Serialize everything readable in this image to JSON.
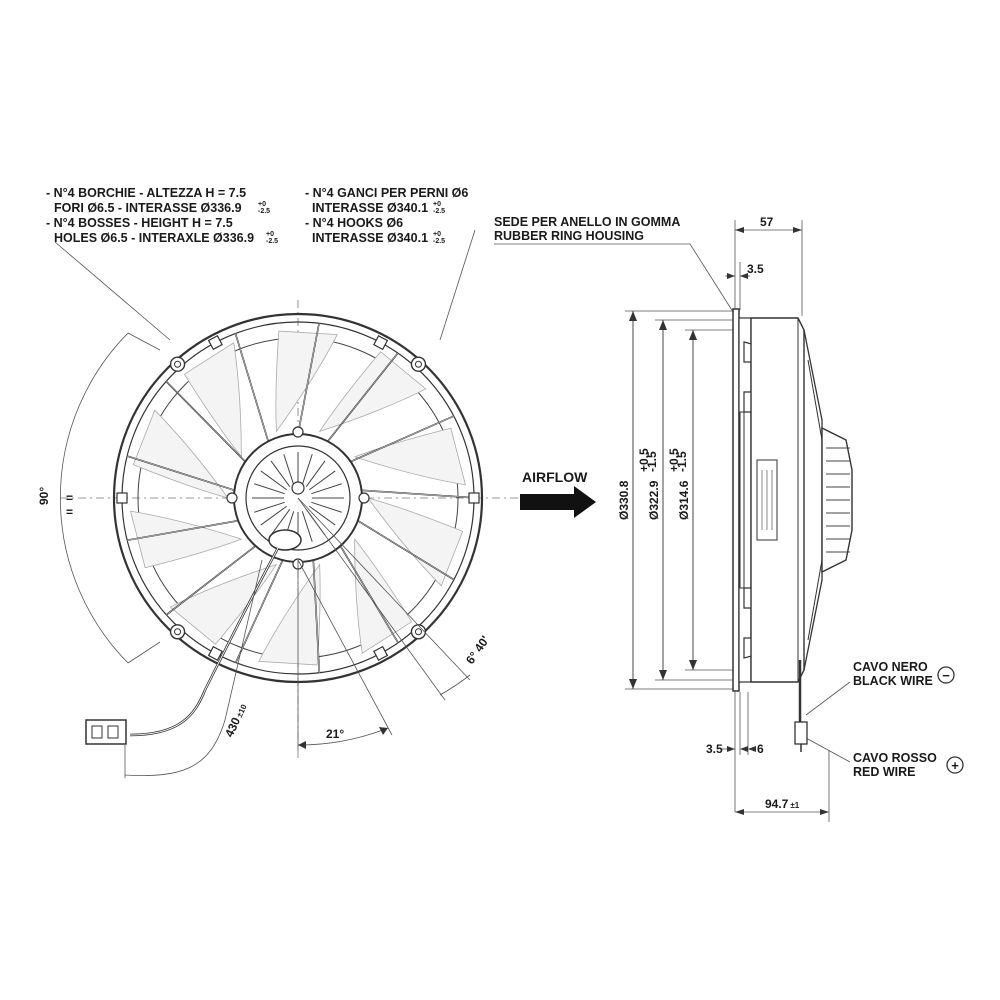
{
  "notes": {
    "bosses_it_1": "- N°4 BORCHIE - ALTEZZA H = 7.5",
    "bosses_it_2": "FORI Ø6.5 - INTERASSE Ø336.9",
    "bosses_it_2_tol_upper": "+0",
    "bosses_it_2_tol_lower": "-2.5",
    "bosses_en_1": "- N°4 BOSSES - HEIGHT H = 7.5",
    "bosses_en_2": "HOLES Ø6.5 - INTERAXLE Ø336.9",
    "bosses_en_2_tol_upper": "+0",
    "bosses_en_2_tol_lower": "-2.5",
    "hooks_it_1": "- N°4 GANCI PER PERNI Ø6",
    "hooks_it_2": "INTERASSE Ø340.1",
    "hooks_it_2_tol_upper": "+0",
    "hooks_it_2_tol_lower": "-2.5",
    "hooks_en_1": "- N°4 HOOKS Ø6",
    "hooks_en_2": "INTERASSE Ø340.1",
    "hooks_en_2_tol_upper": "+0",
    "hooks_en_2_tol_lower": "-2.5",
    "rubber_it": "SEDE PER ANELLO IN GOMMA",
    "rubber_en": "RUBBER RING HOUSING",
    "airflow": "AIRFLOW",
    "black_wire_it": "CAVO NERO",
    "black_wire_en": "BLACK WIRE",
    "black_sign": "−",
    "red_wire_it": "CAVO ROSSO",
    "red_wire_en": "RED WIRE",
    "red_sign": "+"
  },
  "dimensions": {
    "angle_90": "90°",
    "angle_21": "21°",
    "angle_6_40": "6° 40'",
    "cable_length": "430",
    "cable_length_tol": "±10",
    "depth_57": "57",
    "offset_3_5_top": "3.5",
    "dia_330_8": "Ø330.8",
    "dia_322_9": "Ø322.9",
    "dia_322_9_tol_upper": "+0.5",
    "dia_322_9_tol_lower": "-1.5",
    "dia_314_6": "Ø314.6",
    "dia_314_6_tol_upper": "+0.5",
    "dia_314_6_tol_lower": "-1.5",
    "offset_3_5_bottom": "3.5",
    "offset_6": "6",
    "total_depth": "94.7",
    "total_depth_tol": "±1"
  },
  "colors": {
    "line": "#333333",
    "text": "#1a1a1a",
    "arrow": "#111111"
  }
}
